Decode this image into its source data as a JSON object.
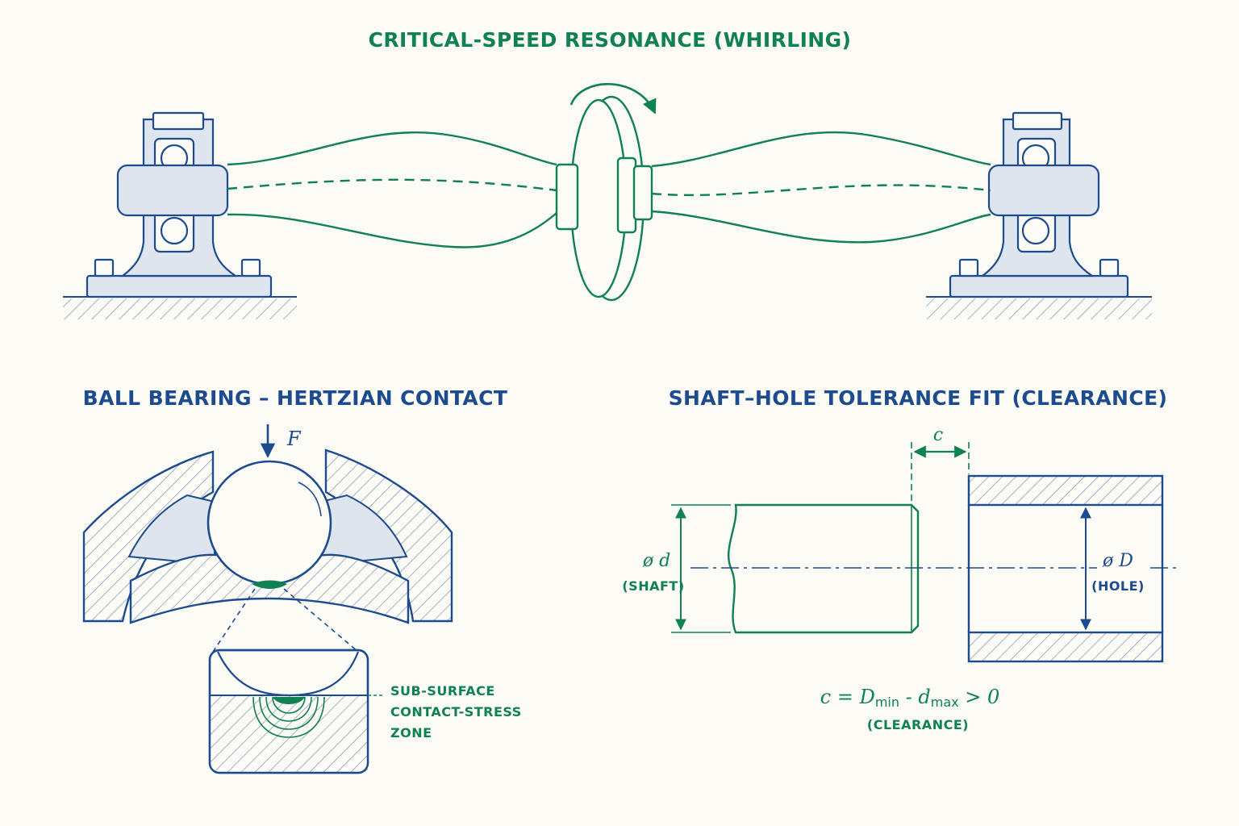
{
  "colors": {
    "blue": "#1d4b8f",
    "green": "#108150",
    "fill": "#dfe5ef",
    "background": "#fcfbf5"
  },
  "icons": [
    "rotation-arrow-icon",
    "force-arrow-icon",
    "dimension-arrow-icon"
  ],
  "whirling": {
    "title": "CRITICAL-SPEED RESONANCE (WHIRLING)"
  },
  "bearing": {
    "title": "BALL BEARING – HERTZIAN CONTACT",
    "force_label": "F",
    "zone_label": [
      "SUB-SURFACE",
      "CONTACT-STRESS",
      "ZONE"
    ]
  },
  "fit": {
    "title": "SHAFT–HOLE TOLERANCE FIT (CLEARANCE)",
    "clearance_symbol": "c",
    "shaft_dim": "ø d",
    "shaft_label": "(SHAFT)",
    "hole_dim": "ø D",
    "hole_label": "(HOLE)",
    "formula": {
      "lhs": "c = D",
      "sub_min": "min",
      "minus": " - d",
      "sub_max": "max",
      "rhs": " > 0"
    },
    "formula_note": "(CLEARANCE)"
  }
}
